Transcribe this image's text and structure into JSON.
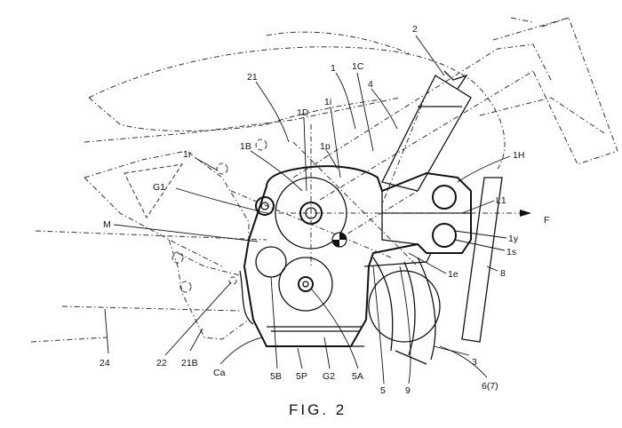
{
  "caption": "FIG. 2",
  "arrow_label": "F",
  "labels": {
    "n2": "2",
    "n1": "1",
    "n1C": "1C",
    "n21": "21",
    "n4": "4",
    "n1i": "1i",
    "n1D": "1D",
    "n1B": "1B",
    "n1p": "1p",
    "n1r": "1r",
    "n1H": "1H",
    "G1": "G1",
    "L1": "L1",
    "M": "M",
    "n1y": "1y",
    "n1s": "1s",
    "n1e": "1e",
    "n8": "8",
    "n3": "3",
    "n24": "24",
    "n22": "22",
    "n21B": "21B",
    "Ca": "Ca",
    "n5B": "5B",
    "n5P": "5P",
    "G2": "G2",
    "n5A": "5A",
    "n5": "5",
    "n9": "9",
    "n67": "6(7)"
  }
}
